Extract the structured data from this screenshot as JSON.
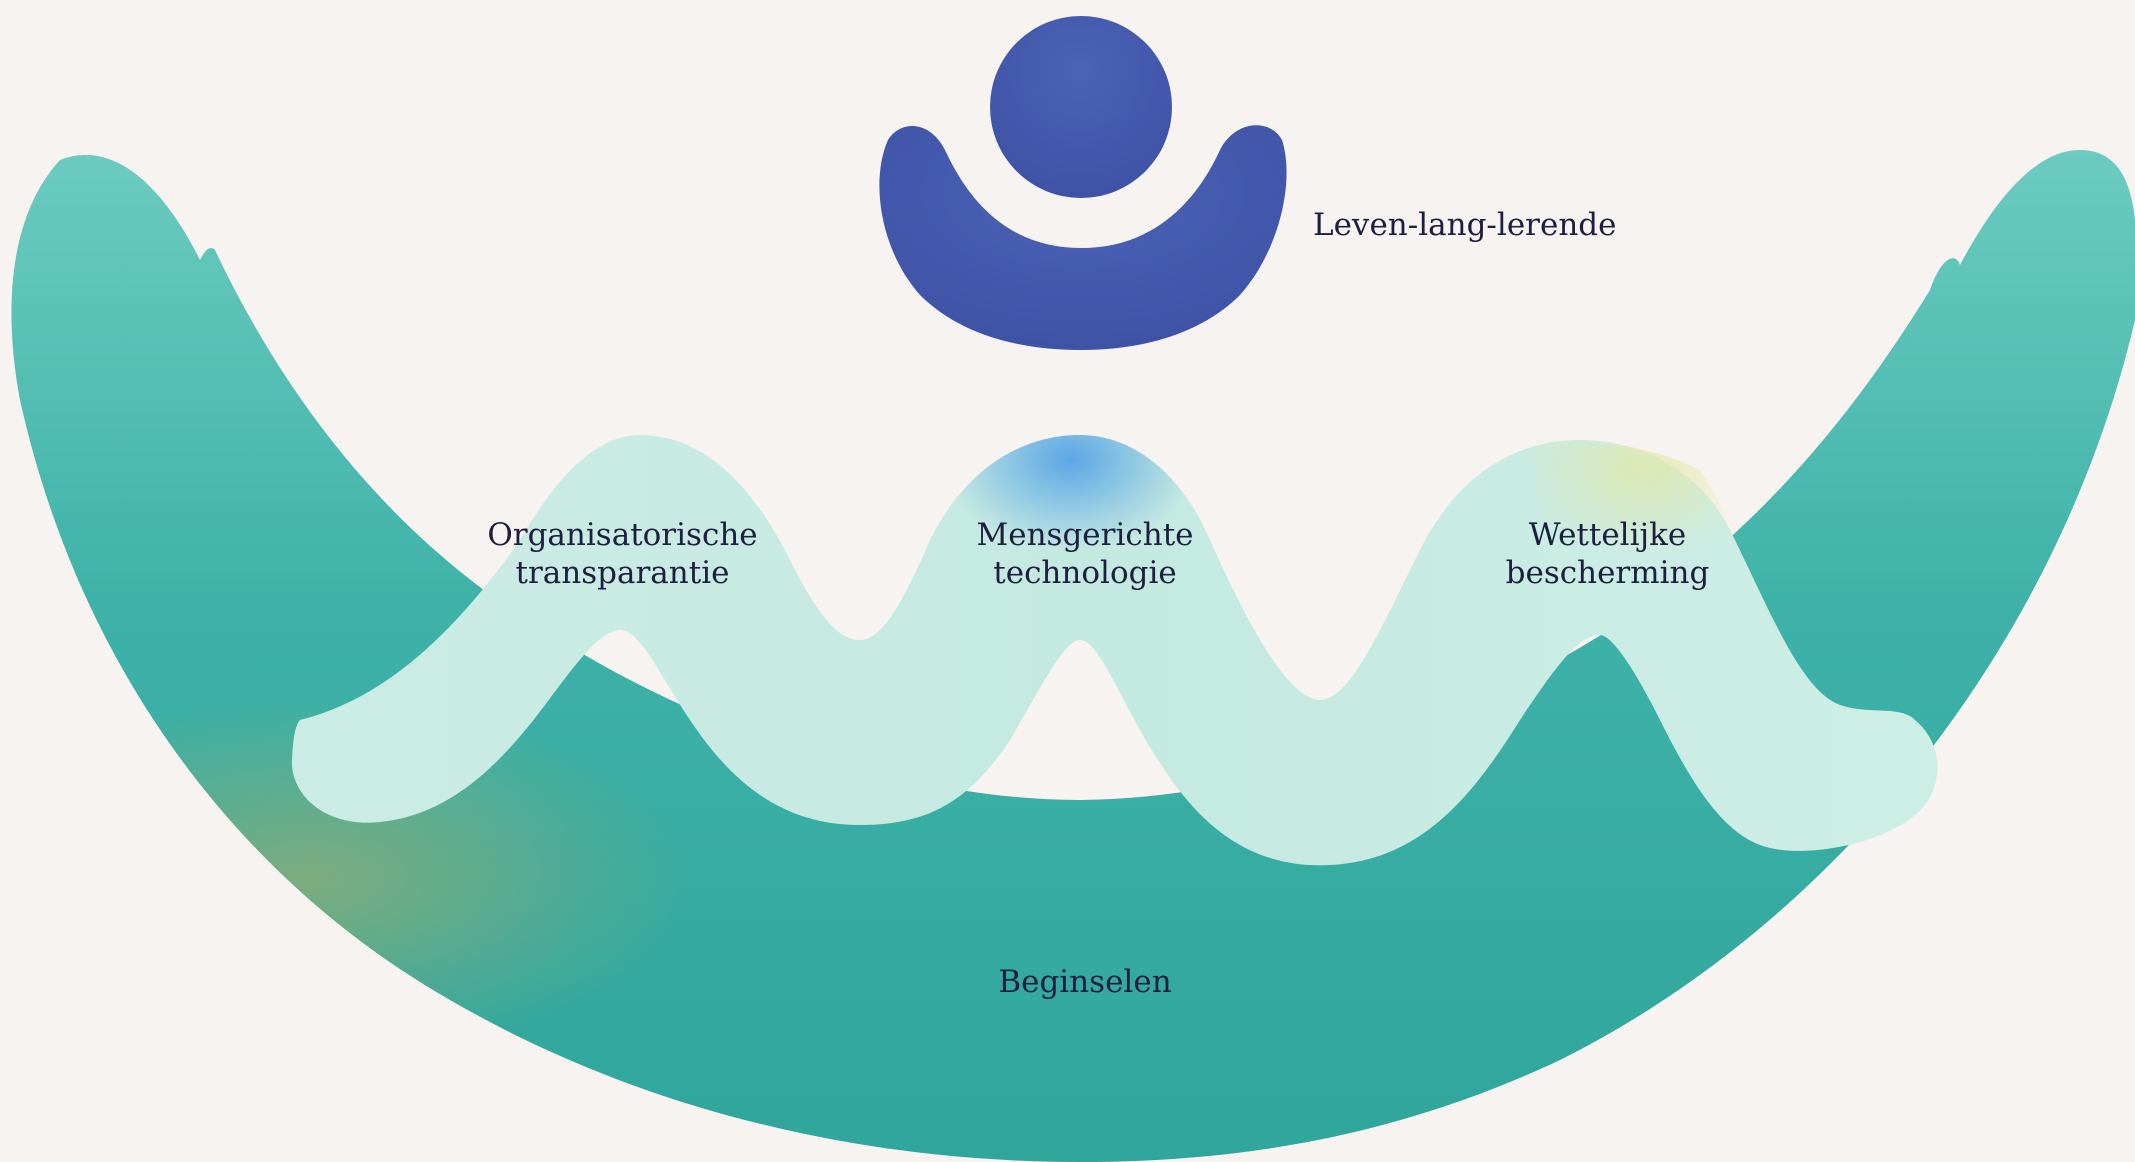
{
  "diagram": {
    "top_figure_label": "Leven-lang-lerende",
    "wave_labels": [
      {
        "line1": "Organisatorische",
        "line2": "transparantie"
      },
      {
        "line1": "Mensgerichte",
        "line2": "technologie"
      },
      {
        "line1": "Wettelijke",
        "line2": "bescherming"
      }
    ],
    "base_label": "Beginselen"
  },
  "colors": {
    "background": "#f7f3f1",
    "base_teal": "#35aba3",
    "base_teal_light": "#5cc3b9",
    "wave_light": "#cfeee6",
    "wave_blue_tint": "#5aa6e6",
    "figure_blue": "#4358ad",
    "text_dark": "#1c1f3f"
  }
}
